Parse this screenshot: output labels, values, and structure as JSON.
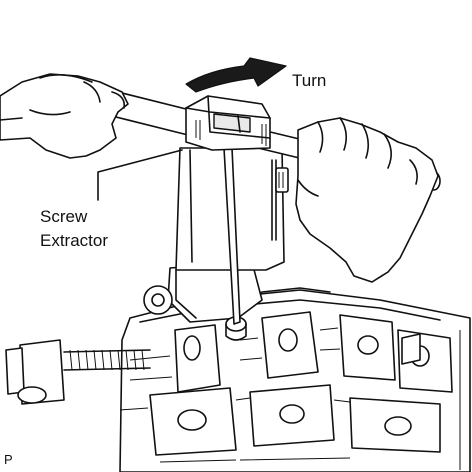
{
  "labels": {
    "turn": "Turn",
    "screw_line1": "Screw",
    "screw_line2": "Extractor",
    "figure_code": "P"
  },
  "colors": {
    "ink": "#111111",
    "background": "#ffffff",
    "arrow_fill": "#1a1a1a"
  },
  "icons": {
    "rotation_arrow": "curved-arrow-icon"
  }
}
